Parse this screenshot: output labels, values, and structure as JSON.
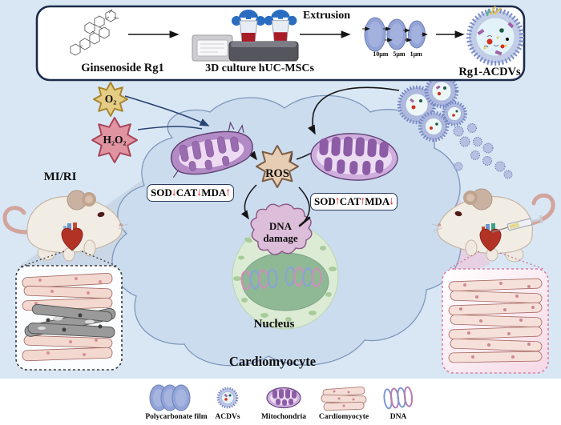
{
  "panel": {
    "ginsenoside": "Ginsenoside Rg1",
    "culture": "3D culture hUC-MSCs",
    "extrusion": "Extrusion",
    "filters": [
      "10μm",
      "5μm",
      "1μm"
    ],
    "acdv": "Rg1-ACDVs"
  },
  "molecules": {
    "o2": "O₂",
    "h2o2": "H₂O₂",
    "ros": "ROS"
  },
  "marker_boxes": {
    "left": [
      {
        "name": "SOD",
        "arrow": "↓"
      },
      {
        "name": "CAT",
        "arrow": "↓"
      },
      {
        "name": "MDA",
        "arrow": "↑"
      }
    ],
    "right": [
      {
        "name": "SOD",
        "arrow": "↑"
      },
      {
        "name": "CAT",
        "arrow": "↑"
      },
      {
        "name": "MDA",
        "arrow": "↓"
      }
    ]
  },
  "labels": {
    "miri": "MI/RI",
    "dna_damage": [
      "DNA",
      "damage"
    ],
    "nucleus": "Nucleus",
    "cardiomyocyte": "Cardiomyocyte"
  },
  "legend": [
    {
      "label": "Polycarbonate film",
      "icon": "polycarbonate-film-icon"
    },
    {
      "label": "ACDVs",
      "icon": "acdv-icon"
    },
    {
      "label": "Mitochondria",
      "icon": "mitochondria-icon"
    },
    {
      "label": "Cardiomyocyte",
      "icon": "cardiomyocyte-icon"
    },
    {
      "label": "DNA",
      "icon": "dna-icon"
    }
  ],
  "colors": {
    "background": "#d9e7f5",
    "panel_bg": "#ffffff",
    "panel_border": "#1c2b4a",
    "cell_fill": "#cbdcef",
    "cell_stroke": "#7e97ba",
    "red_arrow": "#e0121e",
    "o2_fill": "#e5cc85",
    "h2o2_fill": "#e094a2",
    "ros_fill": "#e7cdb4",
    "mito_purple": "#9a6cb0",
    "nucleus_green": "#8fb895",
    "vesicle_blue": "#8b9cd4",
    "healthy_tissue_pink": "#f5ded8",
    "injured_gray": "#9b9b9b"
  }
}
